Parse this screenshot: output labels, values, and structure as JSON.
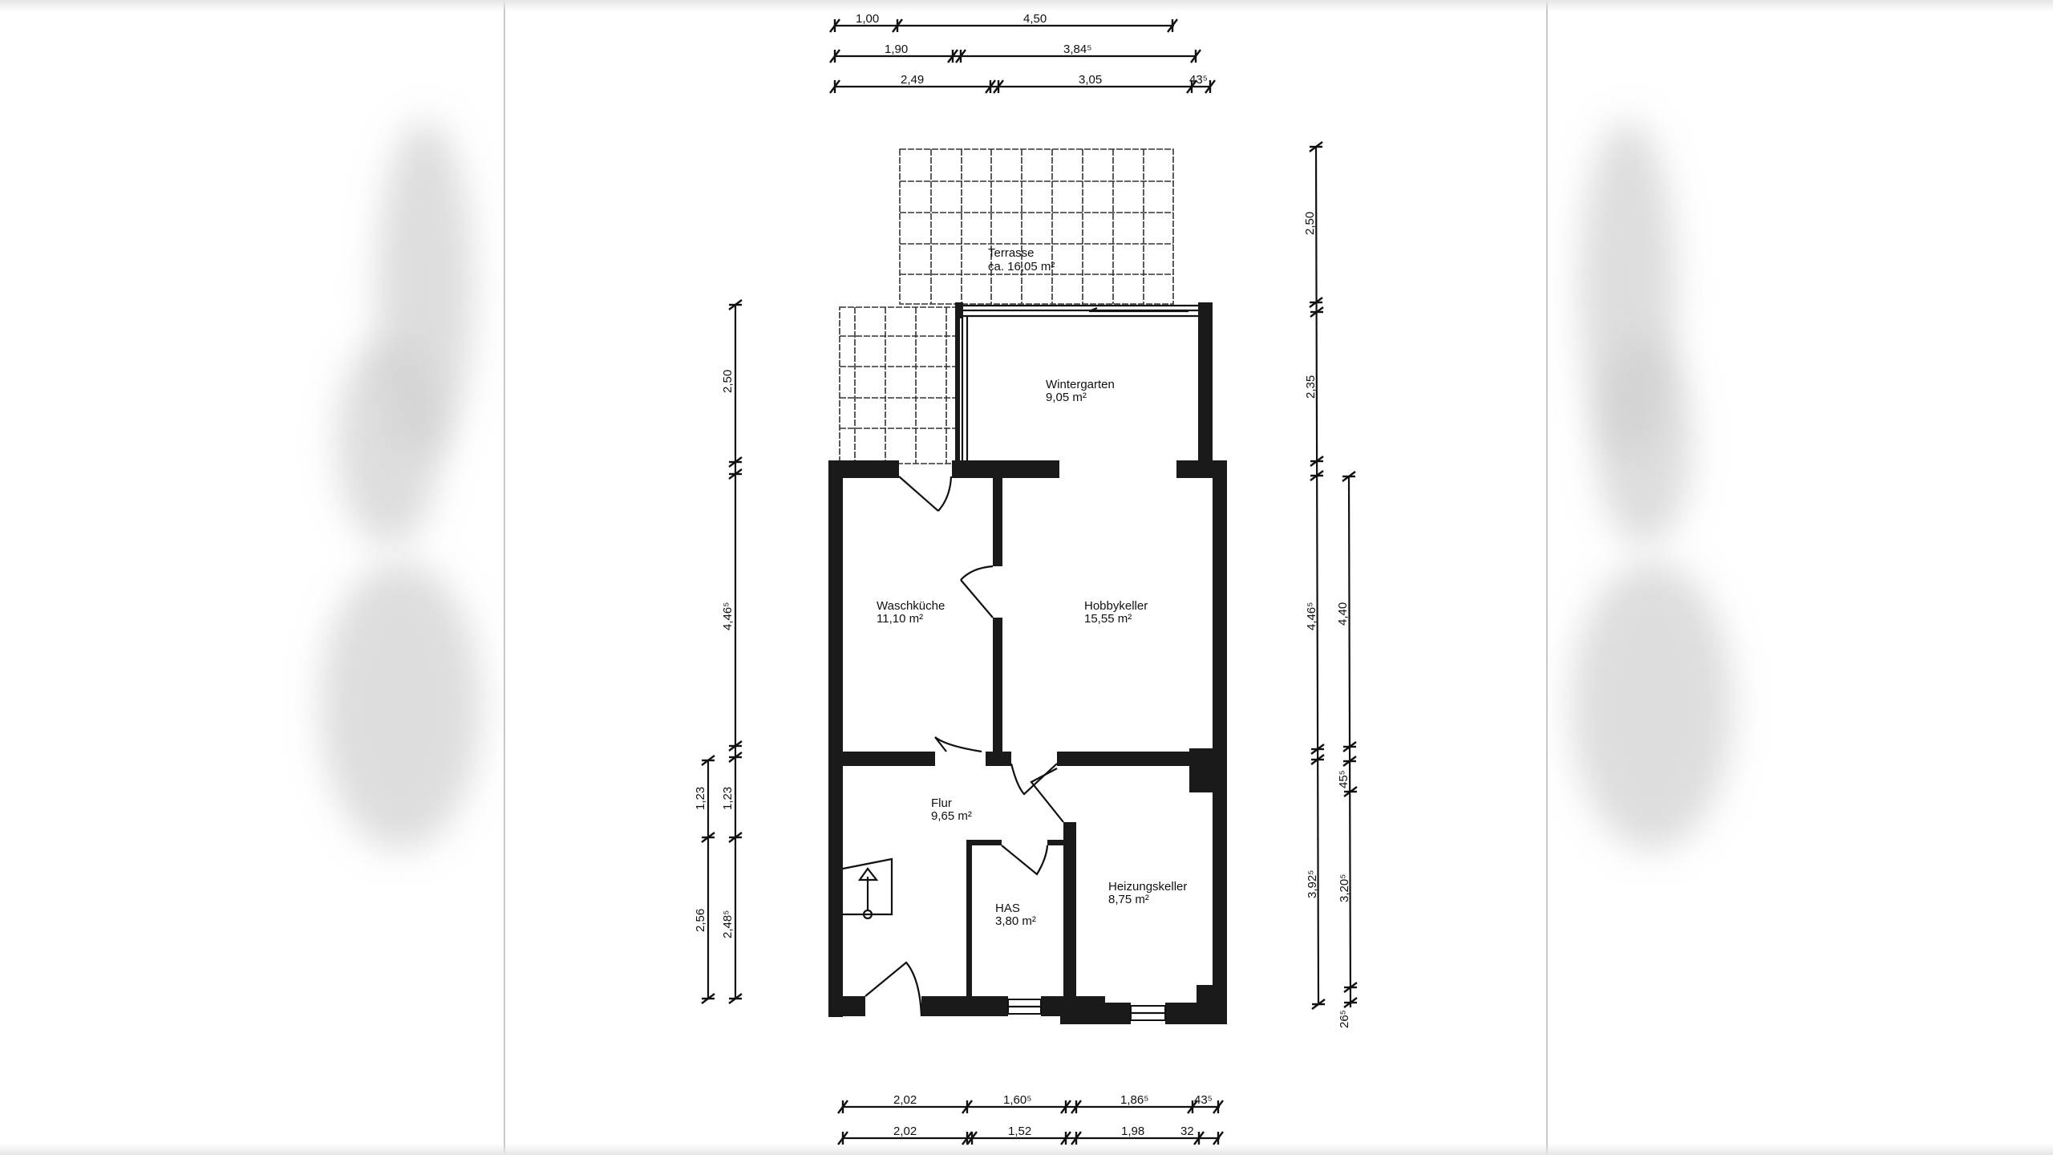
{
  "plan": {
    "rooms": [
      {
        "id": "terrasse",
        "name": "Terrasse",
        "area": "ca. 16,05 m²"
      },
      {
        "id": "wintergarten",
        "name": "Wintergarten",
        "area": "9,05 m²"
      },
      {
        "id": "waschkueche",
        "name": "Waschküche",
        "area": "11,10 m²"
      },
      {
        "id": "hobbykeller",
        "name": "Hobbykeller",
        "area": "15,55 m²"
      },
      {
        "id": "flur",
        "name": "Flur",
        "area": "9,65 m²"
      },
      {
        "id": "has",
        "name": "HAS",
        "area": "3,80 m²"
      },
      {
        "id": "heizungskeller",
        "name": "Heizungskeller",
        "area": "8,75 m²"
      }
    ],
    "dimensions": {
      "top": [
        [
          "1,00",
          "4,50"
        ],
        [
          "1,90",
          "3,84⁵"
        ],
        [
          "2,49",
          "3,05",
          "43⁵"
        ]
      ],
      "bottom": [
        [
          "2,02",
          "1,60⁵",
          "1,86⁵",
          "43⁵"
        ],
        [
          "2,02",
          "1,52",
          "1,98",
          "32"
        ]
      ],
      "left_outer": [
        "1,23",
        "2,56"
      ],
      "left_inner": [
        "2,50",
        "4,46⁵",
        "1,23",
        "2,48⁵"
      ],
      "right_inner": [
        "2,50",
        "2,35",
        "4,46⁵",
        "3,92⁵"
      ],
      "right_outer": [
        "4,40",
        "45⁵",
        "3,20⁵",
        "26⁵"
      ]
    },
    "colors": {
      "wall": "#1a1a1a",
      "background": "#ffffff",
      "line": "#111111"
    }
  }
}
